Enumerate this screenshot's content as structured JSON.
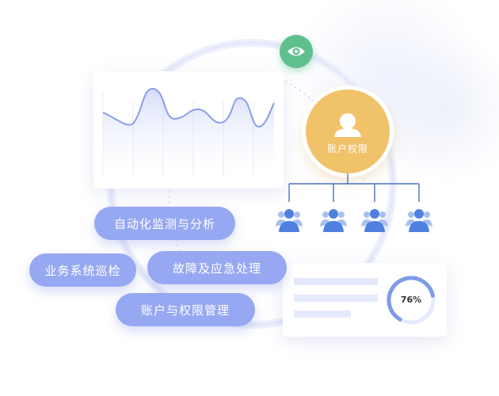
{
  "pills": {
    "automation": "自动化监测与分析",
    "inspection": "业务系统巡检",
    "fault": "故障及应急处理",
    "account_mgmt": "账户与权限管理"
  },
  "account": {
    "label": "账户权限"
  },
  "users": {
    "count": 4
  },
  "gauge": {
    "label": "76%",
    "value": 0.76
  },
  "colors": {
    "pill": "#97a8f2",
    "account": "#f0c36a",
    "eye": "#5fc08e",
    "user": "#4f7fe0",
    "line": "#4a72c8"
  },
  "icons": [
    "eye-icon",
    "user-icon",
    "person-group-icon",
    "chart-icon",
    "gauge-icon"
  ]
}
